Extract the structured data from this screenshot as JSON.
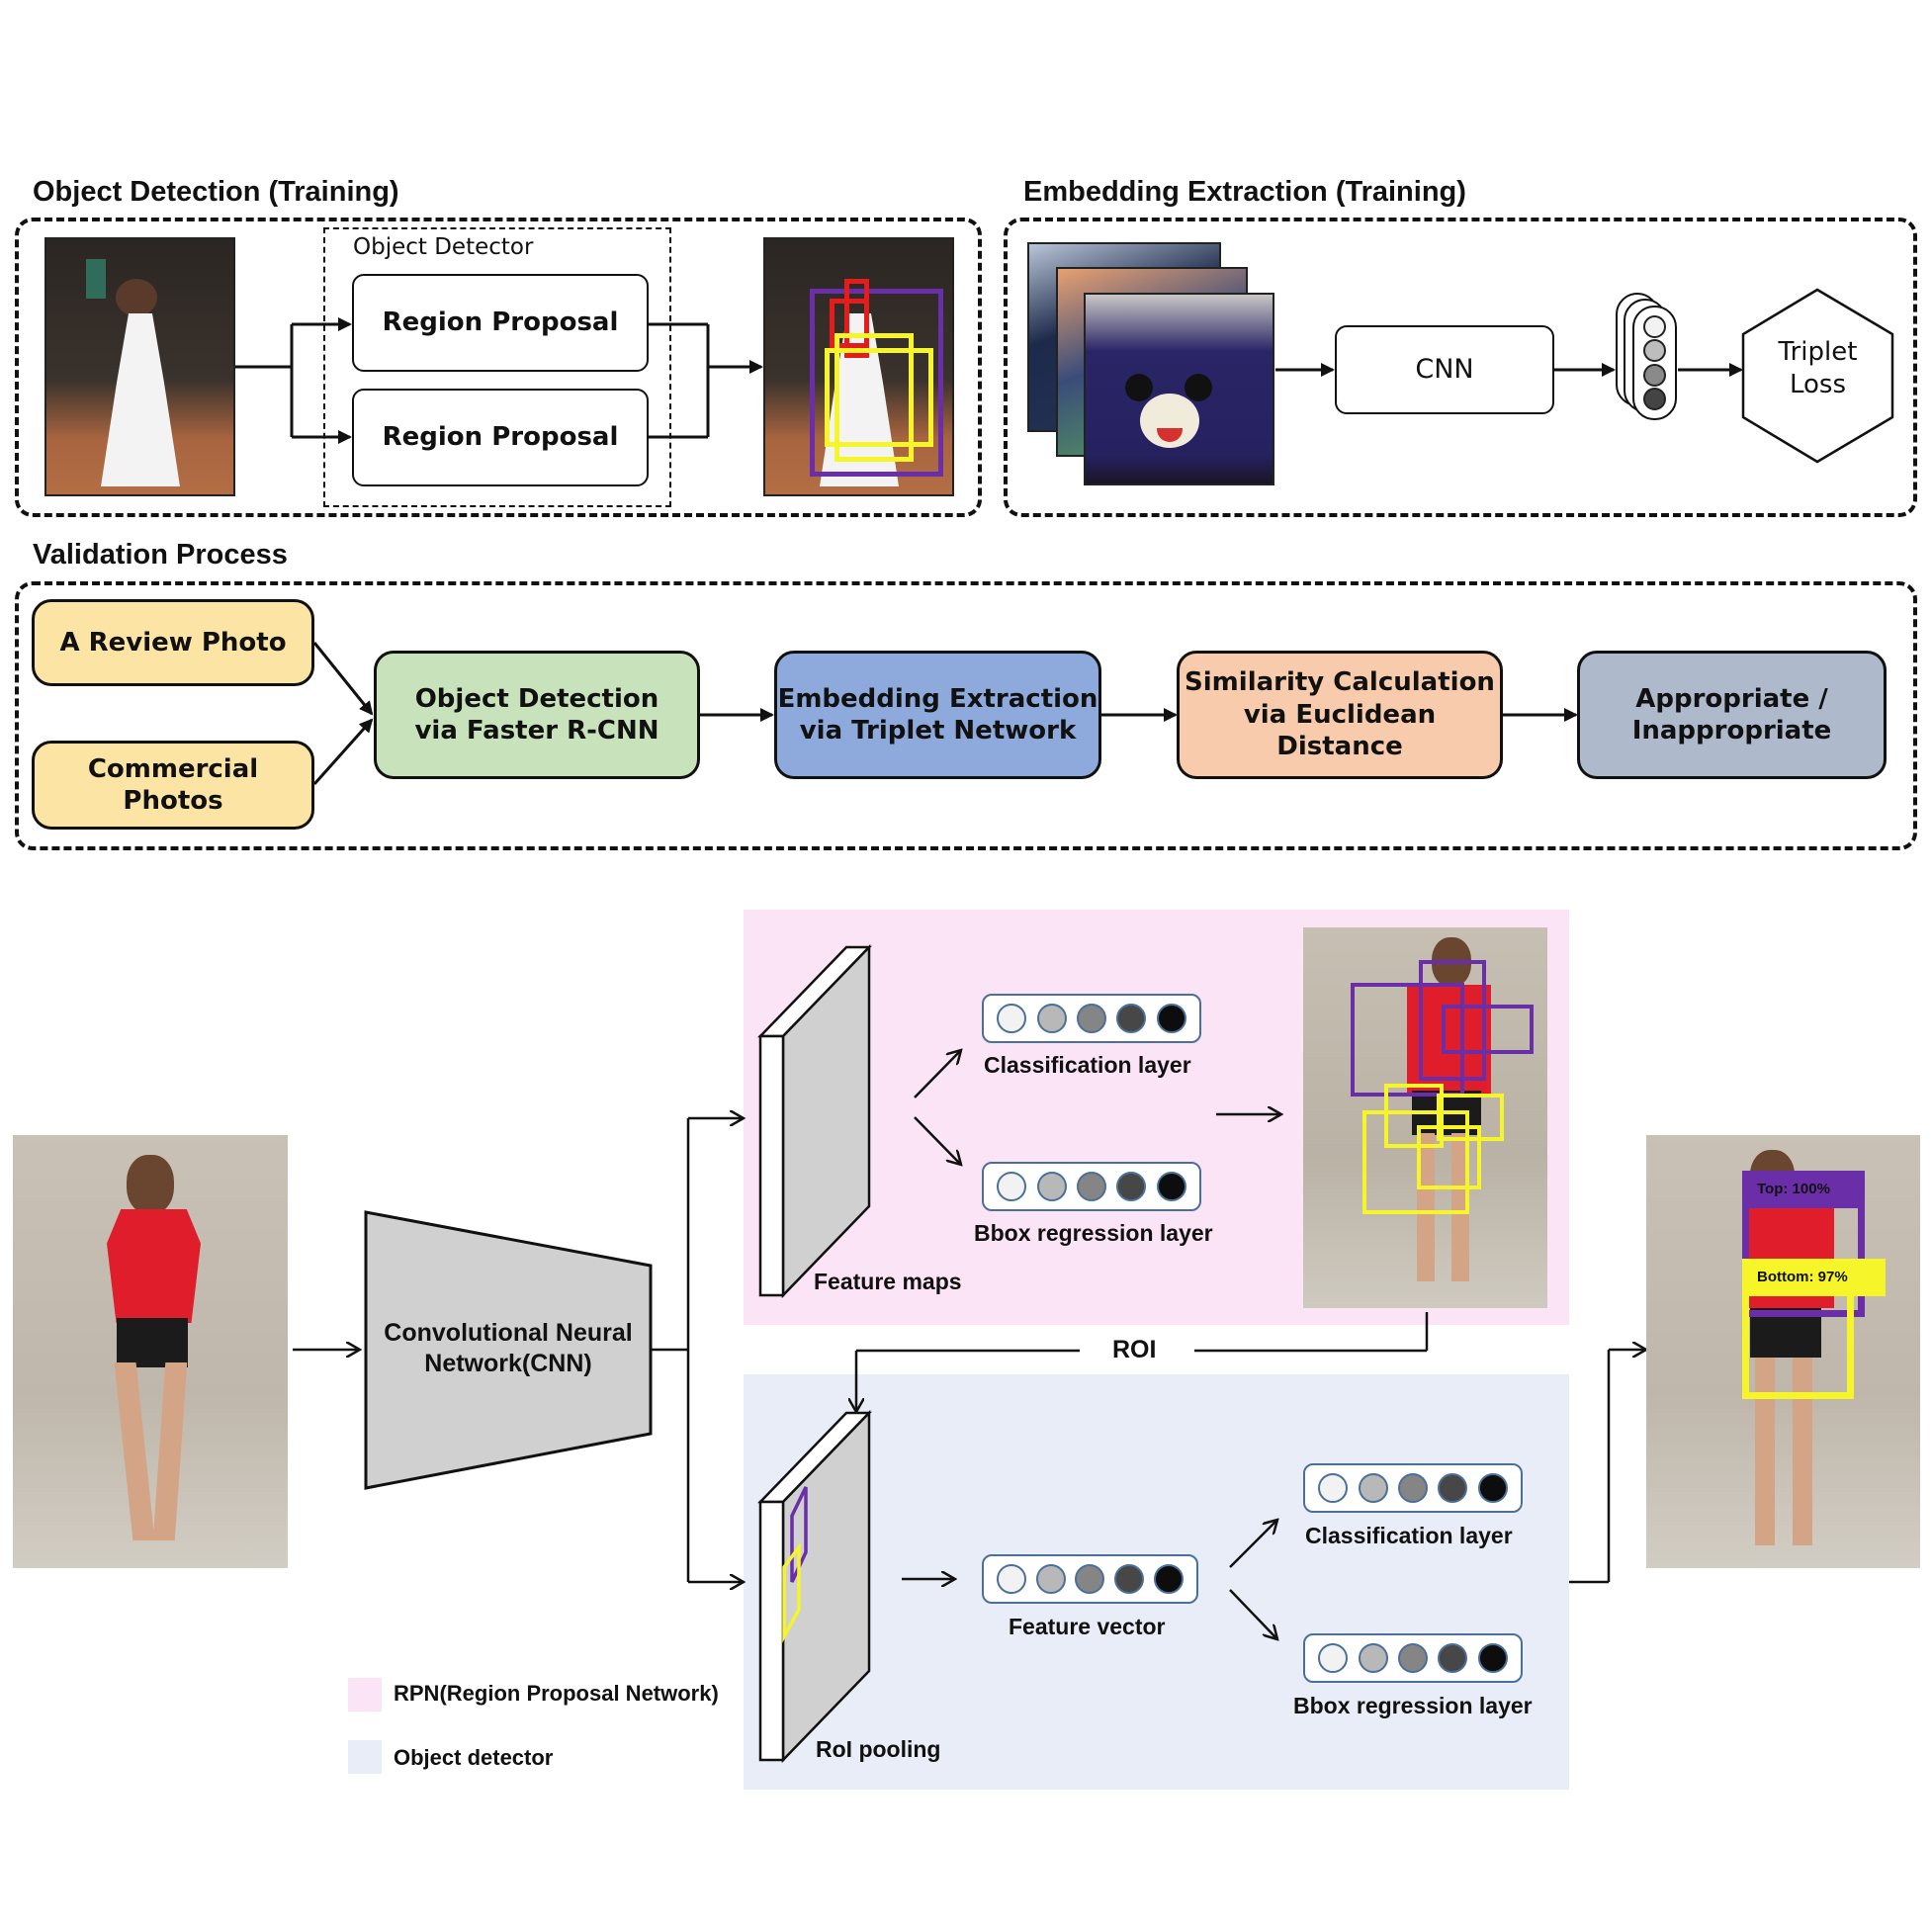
{
  "sections": {
    "object_detection_training": {
      "title": "Object Detection (Training)",
      "detector_title": "Object Detector",
      "region_proposals": [
        "Region Proposal",
        "Region Proposal"
      ],
      "input_photo": "photo-woman-white-dress",
      "output_photo": "photo-woman-white-dress-with-boxes"
    },
    "embedding_extraction_training": {
      "title": "Embedding Extraction (Training)",
      "input_photos": "stack-of-three-photos",
      "cnn_label": "CNN",
      "embedding_icon": "embedding-vector-stack-icon",
      "loss_label": "Triplet\nLoss"
    },
    "validation_process": {
      "title": "Validation Process",
      "inputs": [
        {
          "label": "A Review Photo",
          "color": "#fce5a4"
        },
        {
          "label": "Commercial\nPhotos",
          "color": "#fce5a4"
        }
      ],
      "steps": [
        {
          "label": "Object Detection\nvia Faster R-CNN",
          "color": "#c8e2bb"
        },
        {
          "label": "Embedding Extraction\nvia Triplet Network",
          "color": "#8eaadc"
        },
        {
          "label": "Similarity Calculation\nvia Euclidean Distance",
          "color": "#f7cbab"
        },
        {
          "label": "Appropriate /\nInappropriate",
          "color": "#aeb9cc"
        }
      ]
    }
  },
  "faster_rcnn": {
    "cnn_label": "Convolutional Neural\nNetwork(CNN)",
    "rpn": {
      "color": "#fbe4f6",
      "feature_maps_label": "Feature maps",
      "classification_label": "Classification layer",
      "bbox_label": "Bbox regression layer"
    },
    "roi_label": "ROI",
    "detector": {
      "color": "#e8edf7",
      "roi_pooling_label": "RoI pooling",
      "feature_vector_label": "Feature vector",
      "classification_label": "Classification layer",
      "bbox_label": "Bbox regression layer"
    },
    "output": {
      "detections": [
        {
          "label": "Top: 100%",
          "color": "#6a2fa8"
        },
        {
          "label": "Bottom: 97%",
          "color": "#f5f52a"
        }
      ]
    },
    "legend": [
      {
        "label": "RPN(Region Proposal Network)",
        "color": "#fbe4f6"
      },
      {
        "label": "Object detector",
        "color": "#e8edf7"
      }
    ],
    "box_colors": {
      "top": "#6a2fa8",
      "bottom": "#f5f52a",
      "face": "#e51c1c"
    },
    "dot_shades": [
      "#f2f2f2",
      "#b8b8b8",
      "#858585",
      "#474747",
      "#0d0d0d"
    ]
  }
}
